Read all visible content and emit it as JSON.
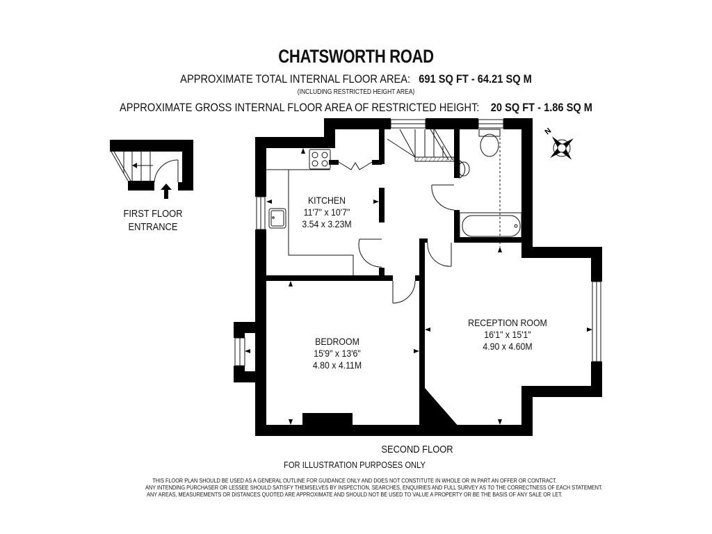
{
  "header": {
    "title": "CHATSWORTH ROAD",
    "total_area_label": "APPROXIMATE TOTAL INTERNAL FLOOR AREA:",
    "total_area_value": "691 SQ FT  -  64.21 SQ M",
    "total_area_note": "(INCLUDING RESTRICTED HEIGHT AREA)",
    "restricted_area_label": "APPROXIMATE GROSS INTERNAL FLOOR AREA OF RESTRICTED HEIGHT:",
    "restricted_area_value": "20 SQ FT  -  1.86 SQ M"
  },
  "entrance": {
    "line1": "FIRST FLOOR",
    "line2": "ENTRANCE",
    "icon": "up-arrow-icon"
  },
  "rooms": [
    {
      "name": "KITCHEN",
      "imperial": "11'7\" x 10'7\"",
      "metric": "3.54 x 3.23M"
    },
    {
      "name": "BEDROOM",
      "imperial": "15'9\" x 13'6\"",
      "metric": "4.80 x 4.11M"
    },
    {
      "name": "RECEPTION ROOM",
      "imperial": "16'1\" x 15'1\"",
      "metric": "4.90 x 4.60M"
    }
  ],
  "compass": {
    "label": "N",
    "icon": "compass-rose-icon"
  },
  "footer": {
    "floor_label": "SECOND FLOOR",
    "illustration_note": "FOR ILLUSTRATION PURPOSES ONLY",
    "disclaimer": [
      "THIS FLOOR PLAN SHOULD BE USED AS A GENERAL OUTLINE FOR GUIDANCE ONLY AND DOES NOT CONSTITUTE IN WHOLE OR IN PART AN OFFER OR CONTRACT.",
      "ANY INTENDING PURCHASER OR LESSEE SHOULD SATISFY THEMSELVES BY INSPECTION, SEARCHES, ENQUIRIES AND FULL SURVEY AS TO THE CORRECTNESS OF EACH STATEMENT.",
      "ANY AREAS, MEASUREMENTS OR DISTANCES QUOTED ARE APPROXIMATE AND SHOULD NOT BE USED TO VALUE A PROPERTY OR BE THE BASIS OF ANY SALE OR LET."
    ]
  },
  "colors": {
    "wall": "#000000",
    "background": "#ffffff",
    "line": "#111111"
  }
}
